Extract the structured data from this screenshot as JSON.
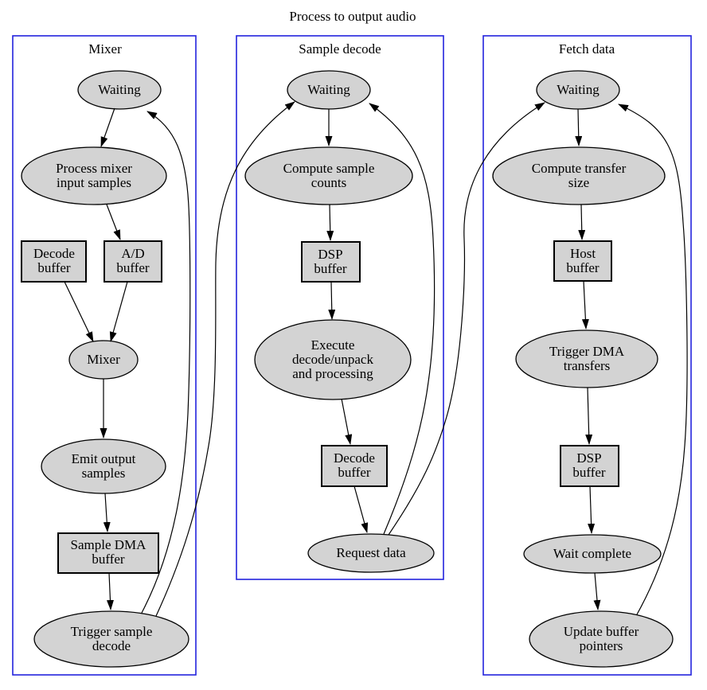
{
  "title": "Process to output audio",
  "colors": {
    "background": "#ffffff",
    "node_fill": "#d3d3d3",
    "node_border": "#000000",
    "cluster_border": "#2323dd",
    "edge_color": "#000000",
    "text_color": "#000000"
  },
  "clusters": [
    {
      "label": "Mixer",
      "nodes": [
        {
          "id": "waiting",
          "shape": "ellipse",
          "lines": [
            "Waiting"
          ]
        },
        {
          "id": "process-mixer-input-samples",
          "shape": "ellipse",
          "lines": [
            "Process mixer",
            "input samples"
          ]
        },
        {
          "id": "decode-buffer",
          "shape": "rect",
          "lines": [
            "Decode",
            "buffer"
          ]
        },
        {
          "id": "ad-buffer",
          "shape": "rect",
          "lines": [
            "A/D",
            "buffer"
          ]
        },
        {
          "id": "mixer",
          "shape": "ellipse",
          "lines": [
            "Mixer"
          ]
        },
        {
          "id": "emit-output-samples",
          "shape": "ellipse",
          "lines": [
            "Emit output",
            "samples"
          ]
        },
        {
          "id": "sample-dma-buffer",
          "shape": "rect",
          "lines": [
            "Sample DMA",
            "buffer"
          ]
        },
        {
          "id": "trigger-sample-decode",
          "shape": "ellipse",
          "lines": [
            "Trigger sample",
            "decode"
          ]
        }
      ]
    },
    {
      "label": "Sample decode",
      "nodes": [
        {
          "id": "waiting",
          "shape": "ellipse",
          "lines": [
            "Waiting"
          ]
        },
        {
          "id": "compute-sample-counts",
          "shape": "ellipse",
          "lines": [
            "Compute sample",
            "counts"
          ]
        },
        {
          "id": "dsp-buffer",
          "shape": "rect",
          "lines": [
            "DSP",
            "buffer"
          ]
        },
        {
          "id": "execute-decode-unpack-and-processing",
          "shape": "ellipse",
          "lines": [
            "Execute",
            "decode/unpack",
            "and processing"
          ]
        },
        {
          "id": "decode-buffer",
          "shape": "rect",
          "lines": [
            "Decode",
            "buffer"
          ]
        },
        {
          "id": "request-data",
          "shape": "ellipse",
          "lines": [
            "Request data"
          ]
        }
      ]
    },
    {
      "label": "Fetch data",
      "nodes": [
        {
          "id": "waiting",
          "shape": "ellipse",
          "lines": [
            "Waiting"
          ]
        },
        {
          "id": "compute-transfer-size",
          "shape": "ellipse",
          "lines": [
            "Compute transfer",
            "size"
          ]
        },
        {
          "id": "host-buffer",
          "shape": "rect",
          "lines": [
            "Host",
            "buffer"
          ]
        },
        {
          "id": "trigger-dma-transfers",
          "shape": "ellipse",
          "lines": [
            "Trigger DMA",
            "transfers"
          ]
        },
        {
          "id": "dsp-buffer",
          "shape": "rect",
          "lines": [
            "DSP",
            "buffer"
          ]
        },
        {
          "id": "wait-complete",
          "shape": "ellipse",
          "lines": [
            "Wait complete"
          ]
        },
        {
          "id": "update-buffer-pointers",
          "shape": "ellipse",
          "lines": [
            "Update buffer",
            "pointers"
          ]
        }
      ]
    }
  ],
  "edges": [
    {
      "from": "mixer/waiting",
      "to": "mixer/process-mixer-input-samples"
    },
    {
      "from": "mixer/process-mixer-input-samples",
      "to": "mixer/ad-buffer"
    },
    {
      "from": "mixer/decode-buffer",
      "to": "mixer/mixer"
    },
    {
      "from": "mixer/ad-buffer",
      "to": "mixer/mixer"
    },
    {
      "from": "mixer/mixer",
      "to": "mixer/emit-output-samples"
    },
    {
      "from": "mixer/emit-output-samples",
      "to": "mixer/sample-dma-buffer"
    },
    {
      "from": "mixer/sample-dma-buffer",
      "to": "mixer/trigger-sample-decode"
    },
    {
      "from": "mixer/trigger-sample-decode",
      "to": "mixer/waiting"
    },
    {
      "from": "mixer/trigger-sample-decode",
      "to": "sample-decode/waiting"
    },
    {
      "from": "sample-decode/waiting",
      "to": "sample-decode/compute-sample-counts"
    },
    {
      "from": "sample-decode/compute-sample-counts",
      "to": "sample-decode/dsp-buffer"
    },
    {
      "from": "sample-decode/dsp-buffer",
      "to": "sample-decode/execute-decode-unpack-and-processing"
    },
    {
      "from": "sample-decode/execute-decode-unpack-and-processing",
      "to": "sample-decode/decode-buffer"
    },
    {
      "from": "sample-decode/decode-buffer",
      "to": "sample-decode/request-data"
    },
    {
      "from": "sample-decode/request-data",
      "to": "sample-decode/waiting"
    },
    {
      "from": "sample-decode/request-data",
      "to": "fetch-data/waiting"
    },
    {
      "from": "fetch-data/waiting",
      "to": "fetch-data/compute-transfer-size"
    },
    {
      "from": "fetch-data/compute-transfer-size",
      "to": "fetch-data/host-buffer"
    },
    {
      "from": "fetch-data/host-buffer",
      "to": "fetch-data/trigger-dma-transfers"
    },
    {
      "from": "fetch-data/trigger-dma-transfers",
      "to": "fetch-data/dsp-buffer"
    },
    {
      "from": "fetch-data/dsp-buffer",
      "to": "fetch-data/wait-complete"
    },
    {
      "from": "fetch-data/wait-complete",
      "to": "fetch-data/update-buffer-pointers"
    },
    {
      "from": "fetch-data/update-buffer-pointers",
      "to": "fetch-data/waiting"
    }
  ]
}
